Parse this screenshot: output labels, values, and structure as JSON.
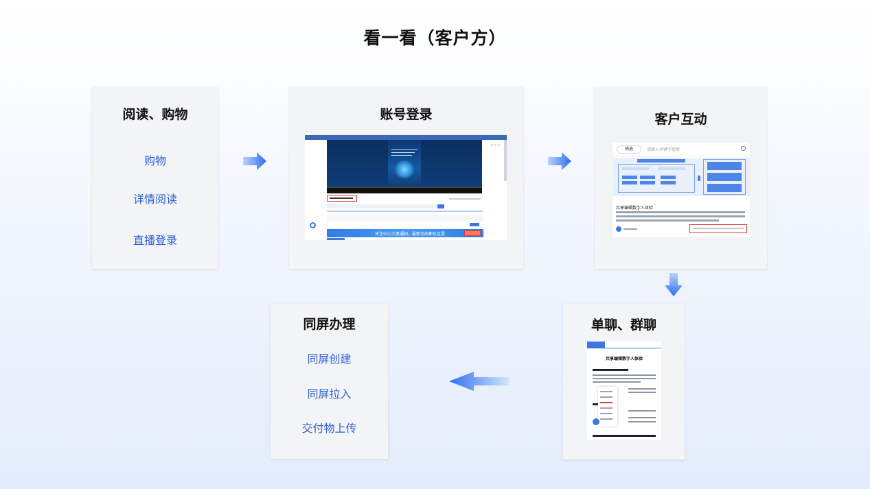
{
  "page": {
    "title": "看一看（客户方）"
  },
  "cards": {
    "read_shop": {
      "title": "阅读、购物",
      "items": [
        "购物",
        "详情阅读",
        "直播登录"
      ]
    },
    "login": {
      "title": "账号登录",
      "screenshot": {
        "banner_text": "关注中心大事通知，最新动态都在这里"
      }
    },
    "interaction": {
      "title": "客户互动",
      "screenshot": {
        "filter_label": "筛选",
        "search_placeholder": "请输入关键字搜索",
        "post_title": "共享编辑数字人体验"
      }
    },
    "chat": {
      "title": "单聊、群聊",
      "screenshot": {
        "doc_title": "共享编辑数字人体验"
      }
    },
    "screen_share": {
      "title": "同屏办理",
      "items": [
        "同屏创建",
        "同屏拉入",
        "交付物上传"
      ]
    }
  },
  "colors": {
    "accent": "#2f5fd6",
    "arrow": "#3b7cf0",
    "card_bg": "#f3f4f6"
  },
  "icons": {
    "arrows": [
      "arrow-right-icon",
      "arrow-right-icon",
      "arrow-down-icon",
      "arrow-left-icon"
    ]
  }
}
